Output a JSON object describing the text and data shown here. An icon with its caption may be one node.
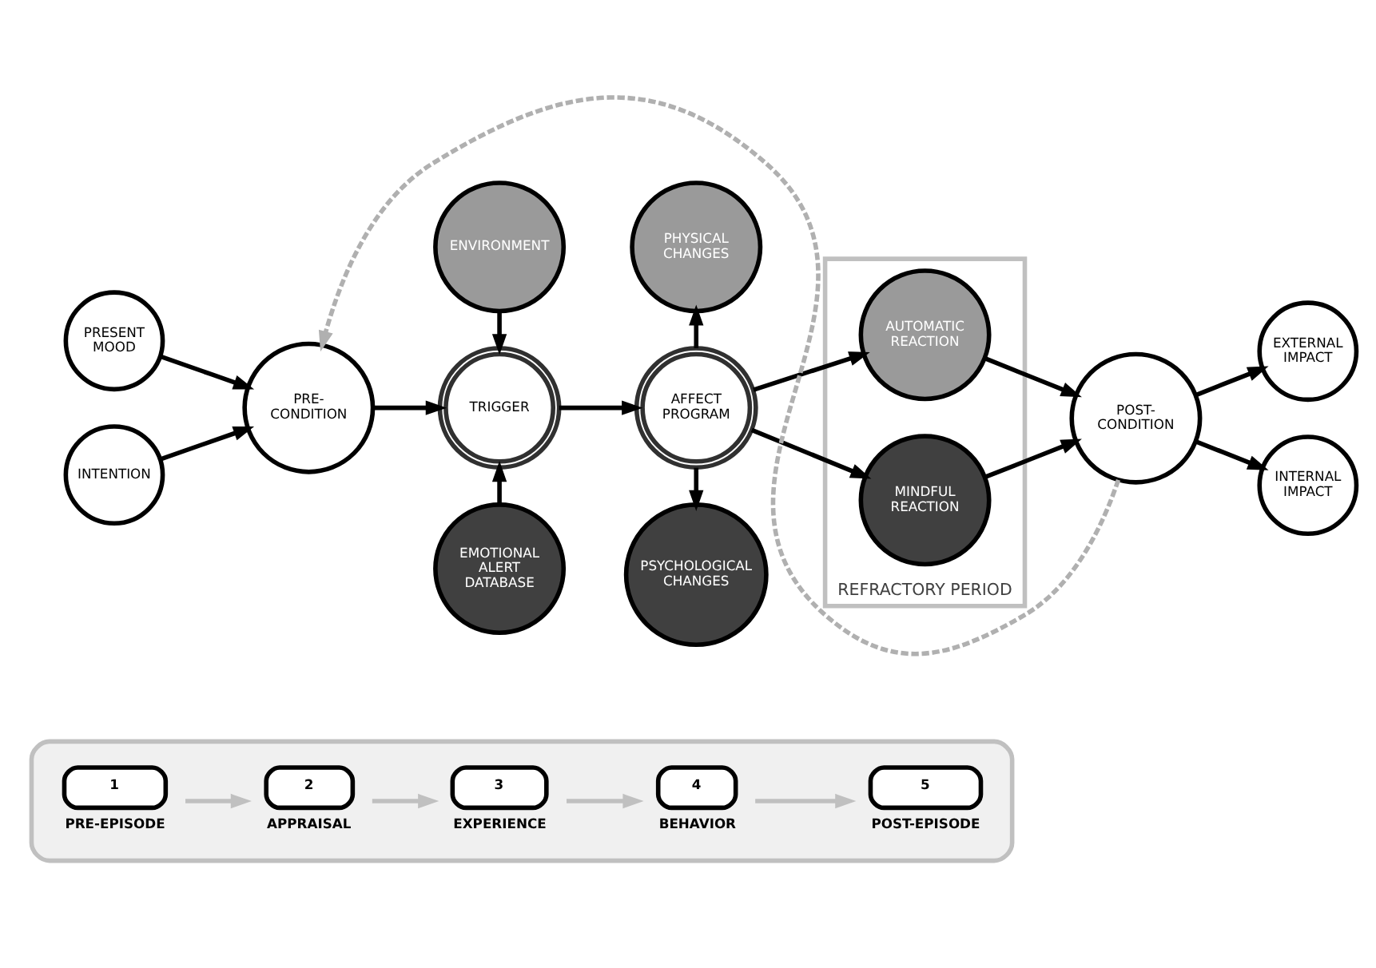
{
  "diagram": {
    "nodes": [
      {
        "text": [],
        "shape": "box"
      },
      {
        "text": [
          "1",
          "PRE-EPISODE"
        ],
        "in": 0
      },
      {
        "text": [
          "2",
          "APPRAISAL"
        ],
        "in": 0
      },
      {
        "text": [
          "3",
          "EXPERIENCE"
        ],
        "in": 0
      },
      {
        "text": [
          "4",
          "BEHAVIOR"
        ],
        "in": 0
      },
      {
        "text": [
          "5",
          "POST-EPISODE"
        ],
        "in": 0
      },
      {
        "text": [
          "PRESENT MOOD"
        ]
      },
      {
        "text": [
          "INTENTION"
        ]
      },
      {
        "text": [
          "PRE- CONDITION"
        ]
      },
      {
        "text": [
          "ENVIRONMENT"
        ]
      },
      {
        "text": [
          "TRIGGER"
        ]
      },
      {
        "text": [
          "EMOTIONAL ALERT DATABASE"
        ]
      },
      {
        "text": [
          "REFRACTORY PERIOD"
        ]
      },
      {
        "text": [
          "PHYSICAL CHANGES"
        ]
      },
      {
        "text": [
          "AFFECT PROGRAM"
        ]
      },
      {
        "text": [
          "PSYCHOLOGICAL CHANGES"
        ]
      },
      {
        "text": [
          "AUTOMATIC REACTION"
        ],
        "in": 12
      },
      {
        "text": [
          "MINDFUL REACTION"
        ],
        "in": 12
      },
      {
        "text": [
          "POST- CONDITION"
        ]
      },
      {
        "text": [
          "EXTERNAL IMPACT"
        ]
      },
      {
        "text": [
          "INTERNAL IMPACT"
        ]
      }
    ],
    "edges": [
      {
        "from": 1,
        "to": 2,
        "arrow": "to",
        "color": "#c0c0c0"
      },
      {
        "from": 2,
        "to": 3,
        "arrow": "to",
        "color": "#c0c0c0"
      },
      {
        "from": 3,
        "to": 4,
        "arrow": "to",
        "color": "#c0c0c0"
      },
      {
        "from": 4,
        "to": 5,
        "arrow": "to",
        "color": "#c0c0c0"
      },
      {
        "from": 6,
        "to": 8,
        "arrow": "to"
      },
      {
        "from": 7,
        "to": 8,
        "arrow": "to"
      },
      {
        "from": 8,
        "to": 10,
        "arrow": "to"
      },
      {
        "from": 9,
        "to": 10,
        "arrow": "to"
      },
      {
        "from": 11,
        "to": 10,
        "arrow": "to"
      },
      {
        "from": 10,
        "to": 14,
        "arrow": "to"
      },
      {
        "from": 14,
        "to": 13,
        "arrow": "to"
      },
      {
        "from": 14,
        "to": 15,
        "arrow": "to"
      },
      {
        "from": 14,
        "to": 16,
        "arrow": "to"
      },
      {
        "from": 14,
        "to": 17,
        "arrow": "to"
      },
      {
        "from": 16,
        "to": 18,
        "arrow": "to"
      },
      {
        "from": 17,
        "to": 18,
        "arrow": "to"
      },
      {
        "from": 18,
        "to": 19,
        "arrow": "to"
      },
      {
        "from": 18,
        "to": 20,
        "arrow": "to"
      },
      {
        "from": 18,
        "to": 8,
        "arrow": "to",
        "style": "dashed",
        "color": "#b0b0b0"
      }
    ]
  }
}
